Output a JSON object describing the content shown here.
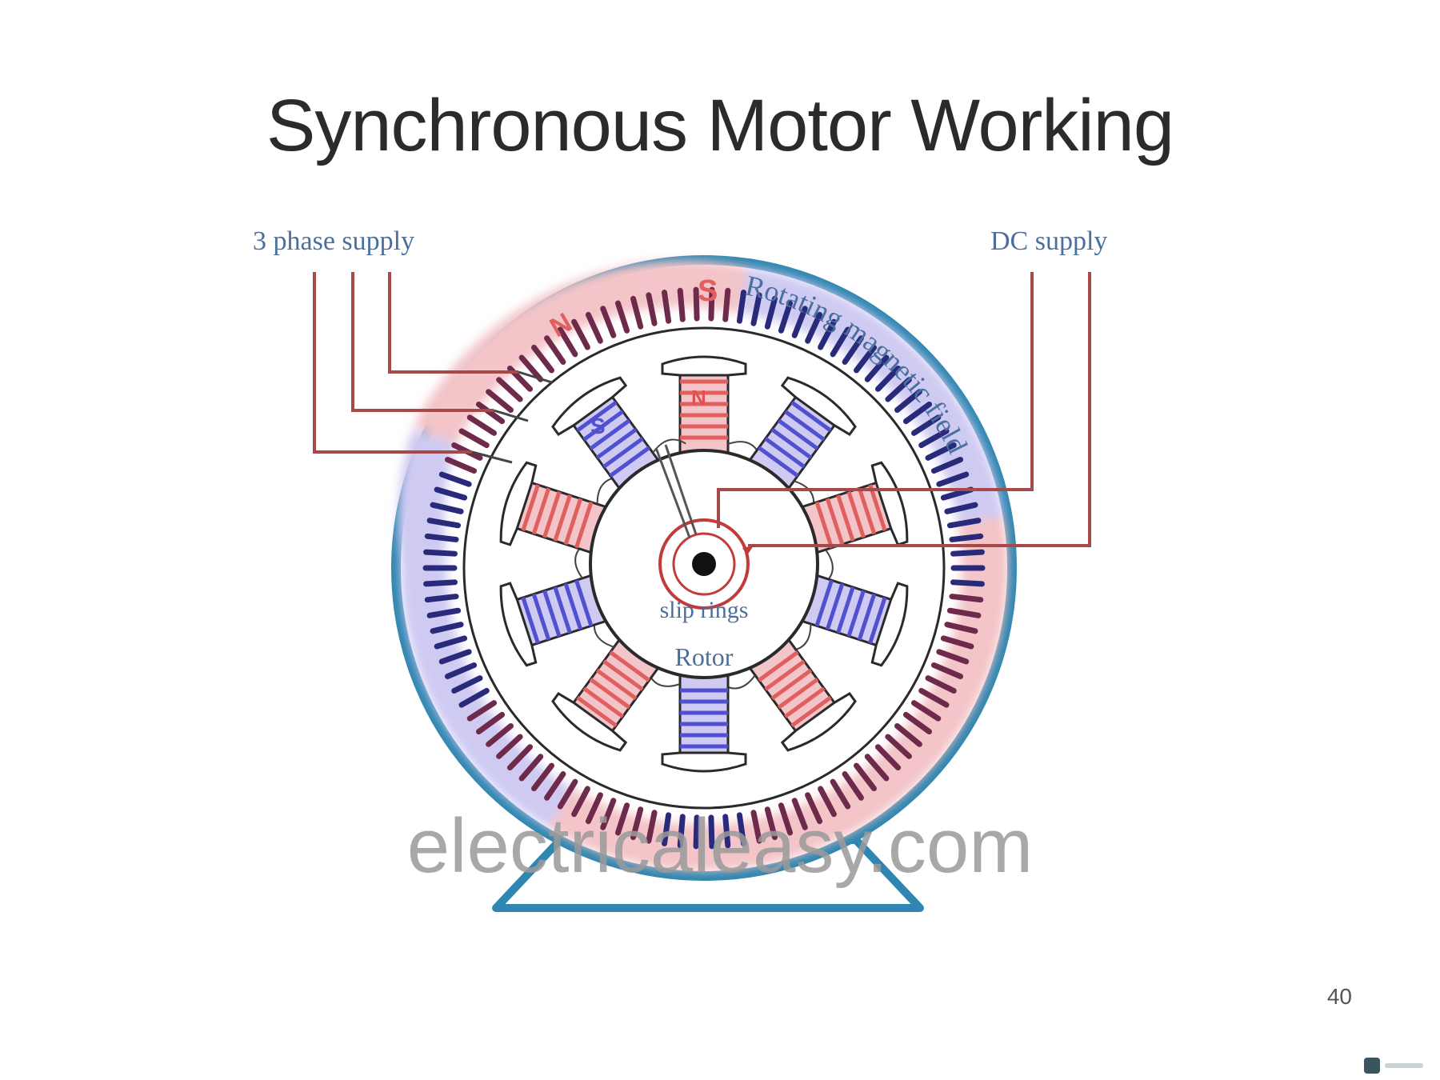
{
  "slide": {
    "title": "Synchronous Motor Working",
    "page_number": "40"
  },
  "diagram": {
    "labels": {
      "three_phase_supply": "3 phase supply",
      "dc_supply": "DC supply",
      "rotating_field": "Rotating magnetic field",
      "slip_rings": "slip rings",
      "rotor": "Rotor",
      "stator_pole_n": "N",
      "stator_pole_s": "S",
      "rotor_pole_n": "N",
      "rotor_pole_s": "S"
    },
    "watermark": "electricaleasy.com",
    "colors": {
      "frame": "#2f86b0",
      "wire": "#a54a4a",
      "label_blue": "#4a6f9e",
      "pole_red": "#e06060",
      "pole_blue": "#5050d0",
      "glow_red": "#f3c4c8",
      "glow_blue": "#cfcaf2",
      "slot_red": "#6e2a4a",
      "slot_blue": "#2a2a7a"
    }
  }
}
